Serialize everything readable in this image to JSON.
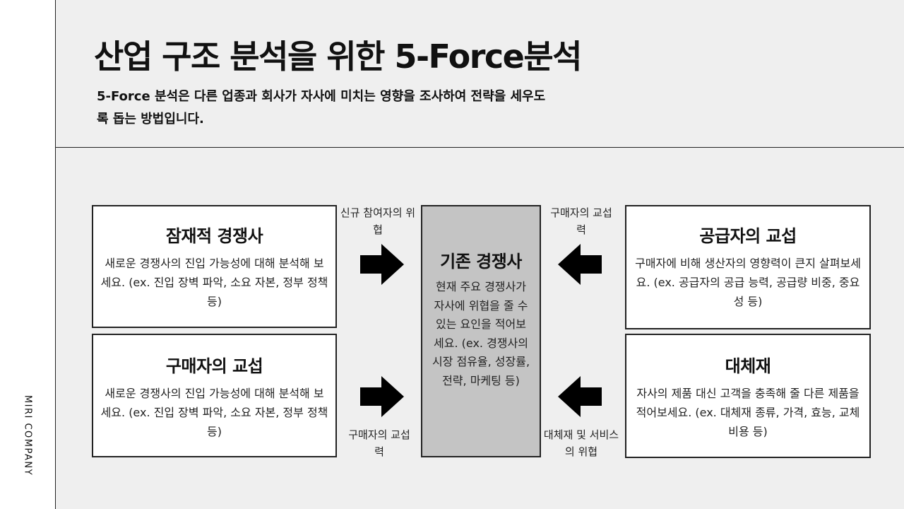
{
  "brand": "MIRI COMPANY",
  "title": "산업 구조 분석을 위한 5-Force분석",
  "subtitle": "5-Force 분석은 다른 업종과 회사가 자사에 미치는 영향을 조사하여 전략을 세우도록 돕는 방법입니다.",
  "boxes": {
    "potential": {
      "title": "잠재적 경쟁사",
      "desc": "새로운 경쟁사의 진입 가능성에 대해 분석해 보세요. (ex. 진입 장벽 파악, 소요 자본, 정부 정책 등)"
    },
    "buyer": {
      "title": "구매자의 교섭",
      "desc": "새로운 경쟁사의 진입 가능성에 대해 분석해 보세요. (ex. 진입 장벽 파악, 소요 자본, 정부 정책 등)"
    },
    "existing": {
      "title": "기존 경쟁사",
      "desc": "현재 주요 경쟁사가 자사에 위협을 줄 수 있는 요인을 적어보세요. (ex. 경쟁사의 시장 점유율, 성장률, 전략, 마케팅 등)"
    },
    "supplier": {
      "title": "공급자의 교섭",
      "desc": "구매자에 비해 생산자의 영향력이 큰지 살펴보세요. (ex. 공급자의 공급 능력, 공급량 비중, 중요성 등)"
    },
    "substitute": {
      "title": "대체재",
      "desc": "자사의 제품 대신 고객을 충족해 줄 다른 제품을 적어보세요. (ex. 대체재 종류, 가격, 효능, 교체 비용 등)"
    }
  },
  "force_labels": {
    "new_entrants": "신규 참여자의 위협",
    "buyer_power_top": "구매자의 교섭력",
    "buyer_power_bottom": "구매자의 교섭력",
    "substitutes": "대체재 및 서비스의 위협"
  },
  "icons": {
    "arrow_top_left": "arrow-right-icon",
    "arrow_bottom_left": "arrow-right-icon",
    "arrow_top_right": "arrow-left-icon",
    "arrow_bottom_right": "arrow-left-icon"
  }
}
